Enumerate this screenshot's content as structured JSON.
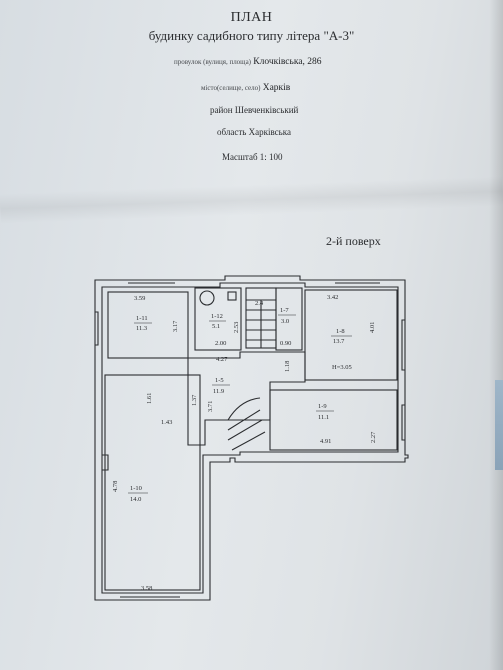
{
  "document": {
    "title": "ПЛАН",
    "subtitle": "будинку садибного типу літера \"А-3\"",
    "street": {
      "label": "провулок (вулиця, площа)",
      "value": "Клочківська, 286"
    },
    "city": {
      "label": "місто(селище, село)",
      "value": "Харків"
    },
    "district": "район Шевченківський",
    "region": "область Харківська",
    "scale": "Масштаб 1: 100",
    "floor": "2-й поверх"
  },
  "rooms": [
    {
      "id": "1-11",
      "area": "11.3"
    },
    {
      "id": "1-12",
      "area": "5.1"
    },
    {
      "id": "1-7",
      "area": "3.0"
    },
    {
      "id": "1-8",
      "area": "13.7"
    },
    {
      "id": "1-5",
      "area": "11.9"
    },
    {
      "id": "1-9",
      "area": "11.1"
    },
    {
      "id": "1-10",
      "area": "14.0"
    }
  ],
  "dimensions": [
    "3.59",
    "3.17",
    "2.53",
    "2.00",
    "0.90",
    "3.42",
    "4.01",
    "H=3.05",
    "4.27",
    "1.18",
    "1.61",
    "1.37",
    "3.71",
    "1.43",
    "2.27",
    "4.91",
    "4.78",
    "3.58",
    "2.4"
  ]
}
